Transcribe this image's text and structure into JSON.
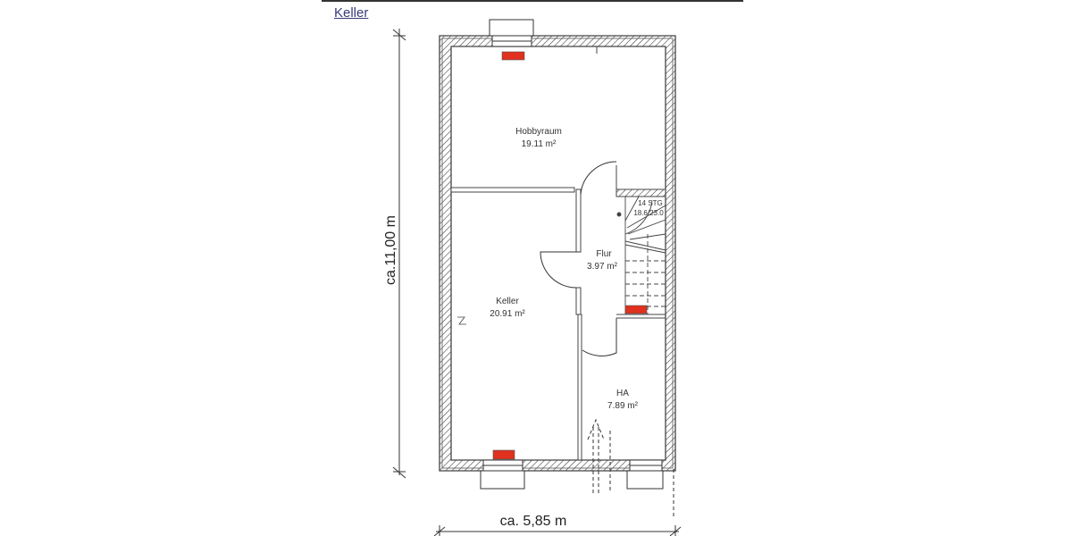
{
  "header": {
    "title": "Keller"
  },
  "plan": {
    "rooms": [
      {
        "name": "Hobbyraum",
        "area": "19.11 m²"
      },
      {
        "name": "Keller",
        "area": "20.91 m²"
      },
      {
        "name": "Flur",
        "area": "3.97 m²"
      },
      {
        "name": "HA",
        "area": "7.89 m²"
      }
    ],
    "stairs": {
      "steps": "14 STG",
      "ratio": "18.6/23.0"
    },
    "dimensions": {
      "height": "ca.11,00 m",
      "width": "ca. 5,85 m"
    },
    "colors": {
      "heater": "#e0301e",
      "wall": "#444444"
    }
  }
}
